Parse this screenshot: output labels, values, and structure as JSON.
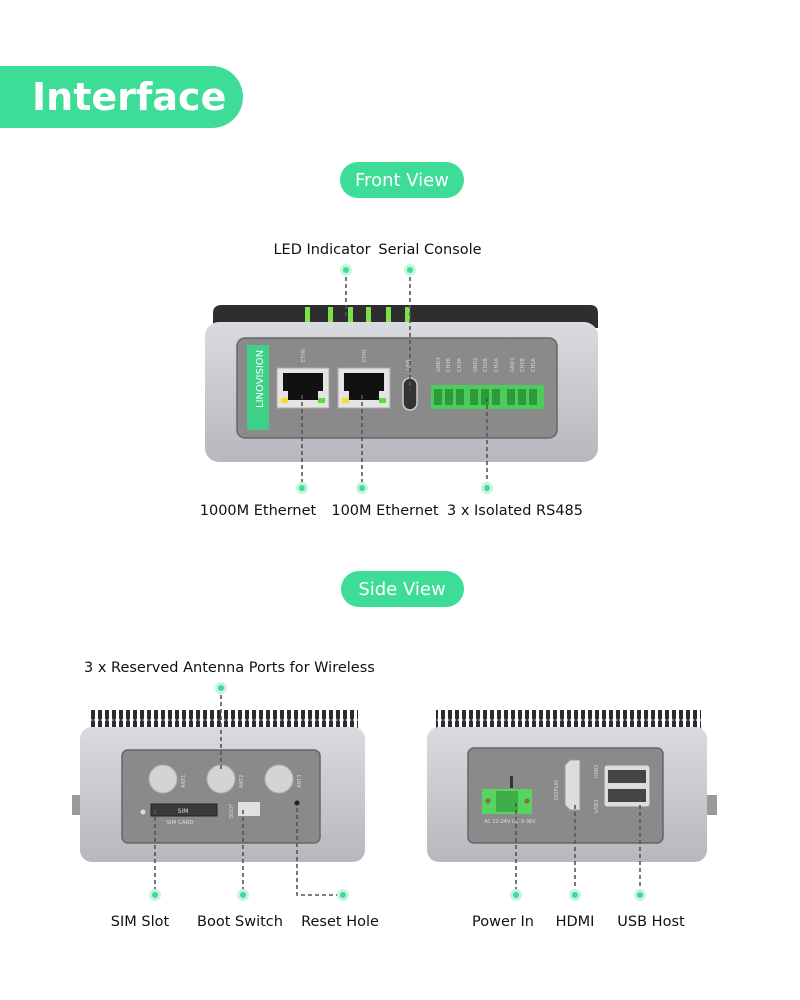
{
  "title": "Interface",
  "colors": {
    "accent": "#3ddc97",
    "device_body": "#c9cbd0",
    "panel": "#8a8a8a",
    "terminal": "#4ccc5a"
  },
  "front_view": {
    "heading": "Front View",
    "brand": "LINOVISION",
    "port_labels": [
      "ETH0",
      "ETH1",
      "USB",
      "GND3",
      "CH3B",
      "CH3A",
      "GND2",
      "CH2B",
      "CH2A",
      "GND1",
      "CH1B",
      "CH1A"
    ],
    "callouts_top": [
      "LED Indicator",
      "Serial Console"
    ],
    "callouts_bottom": [
      "1000M Ethernet",
      "100M Ethernet",
      "3 x Isolated RS485"
    ]
  },
  "side_view": {
    "heading": "Side View",
    "antenna_callout": "3 x Reserved Antenna Ports for Wireless",
    "left_labels": {
      "ant1": "ANT1",
      "ant2": "ANT2",
      "ant3": "ANT3",
      "sim": "SIM",
      "sim_card": "SIM CARD",
      "boot": "BOOT"
    },
    "right_labels": {
      "power": "AC 12-24V  DC 9-36V",
      "display": "DISPLAY",
      "usb2": "USB2",
      "usb3": "USB3"
    },
    "callouts_bottom": [
      "SIM Slot",
      "Boot Switch",
      "Reset Hole",
      "Power In",
      "HDMI",
      "USB Host"
    ]
  }
}
